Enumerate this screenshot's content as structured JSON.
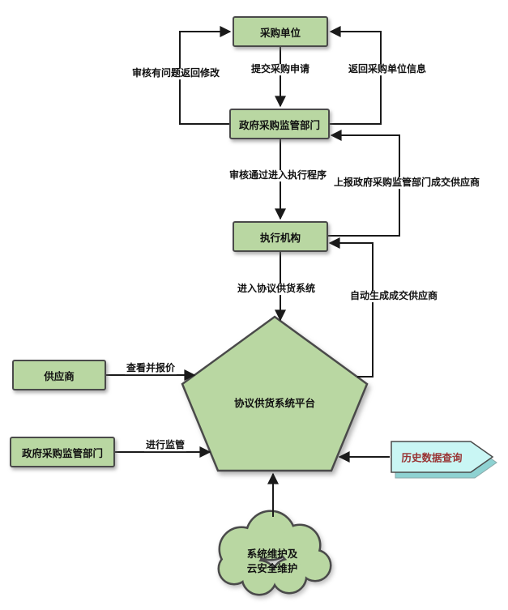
{
  "nodes": {
    "purchase_unit": "采购单位",
    "gov_regulator_top": "政府采购监管部门",
    "executor": "执行机构",
    "platform": "协议供货系统平台",
    "supplier": "供应商",
    "gov_regulator_left": "政府采购监管部门",
    "maintenance_line1": "系统维护及",
    "maintenance_line2": "云安全维护",
    "history_query": "历史数据查询"
  },
  "edge_labels": {
    "submit_request": "提交采购申请",
    "return_for_revision": "审核有问题返回修改",
    "return_unit_info": "返回采购单位信息",
    "approved_to_execution": "审核通过进入执行程序",
    "report_winning_supplier": "上报政府采购监管部门成交供应商",
    "enter_agreement_system": "进入协议供货系统",
    "auto_generate_winner": "自动生成成交供应商",
    "view_and_quote": "查看并报价",
    "supervise": "进行监管"
  },
  "colors": {
    "node_fill": "#b9d7a2",
    "node_border": "#4a4a4a",
    "connector": "#1a1a1a",
    "banner_fill": "#c9f6f4",
    "banner_shadow": "#8ed2d2",
    "banner_text": "#993333",
    "background": "#ffffff"
  }
}
